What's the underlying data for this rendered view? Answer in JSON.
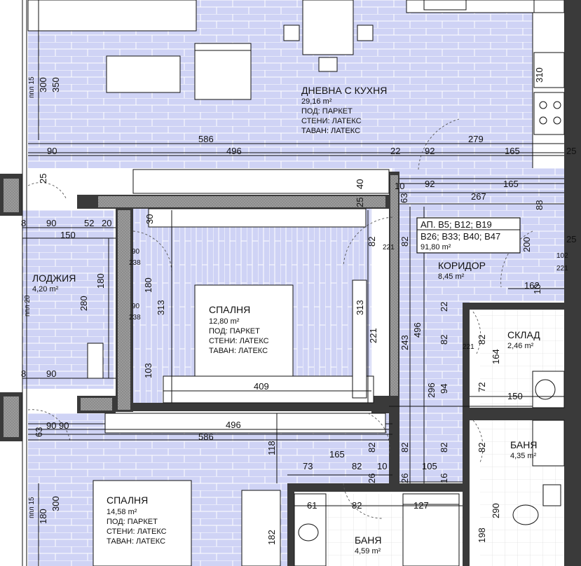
{
  "rooms": {
    "living": {
      "name": "ДНЕВНА С КУХНЯ",
      "area": "29,16 m²",
      "floor": "ПОД: ПАРКЕТ",
      "walls": "СТЕНИ: ЛАТЕКС",
      "ceiling": "ТАВАН: ЛАТЕКС"
    },
    "bedroom1": {
      "name": "СПАЛНЯ",
      "area": "12,80 m²",
      "floor": "ПОД: ПАРКЕТ",
      "walls": "СТЕНИ: ЛАТЕКС",
      "ceiling": "ТАВАН: ЛАТЕКС"
    },
    "bedroom2": {
      "name": "СПАЛНЯ",
      "area": "14,58 m²",
      "floor": "ПОД: ПАРКЕТ",
      "walls": "СТЕНИ: ЛАТЕКС",
      "ceiling": "ТАВАН: ЛАТЕКС"
    },
    "loggia": {
      "name": "ЛОДЖИЯ",
      "area": "4,20 m²"
    },
    "corridor": {
      "name": "КОРИДОР",
      "area": "8,45 m²"
    },
    "storage": {
      "name": "СКЛАД",
      "area": "2,46 m²"
    },
    "bath1": {
      "name": "БАНЯ",
      "area": "4,35 m²"
    },
    "bath2": {
      "name": "БАНЯ",
      "area": "4,59 m²"
    }
  },
  "apartment_box": {
    "line1": "АП. В5; В12; В19",
    "line2": "В26; В33; В40; В47",
    "line3": "91,80 m²"
  },
  "dimensions": {
    "d586a": "586",
    "d279": "279",
    "d90a": "90",
    "d496a": "496",
    "d22": "22",
    "d92a": "92",
    "d165a": "165",
    "d25a": "25",
    "d10a": "10",
    "d92b": "92",
    "d165b": "165",
    "d267": "267",
    "d88": "88",
    "d63a": "63",
    "d40": "40",
    "d25b": "25",
    "d30": "30",
    "d90b": "90",
    "d52": "52",
    "d20a": "20",
    "d150a": "150",
    "d82a": "82",
    "d221a": "221",
    "d82b": "82",
    "d200": "200",
    "d102": "102",
    "d221b": "221",
    "d25c": "25",
    "d162": "162",
    "d10b": "10",
    "d22b": "22",
    "d496v": "496",
    "d243": "243",
    "d82c": "82",
    "d82d": "82",
    "d221c": "221",
    "d164": "164",
    "d72": "72",
    "d150b": "150",
    "d296": "296",
    "d94": "94",
    "d313a": "313",
    "d313b": "313",
    "d221d": "221",
    "d180a": "180",
    "d103": "103",
    "d409": "409",
    "d280": "280",
    "d180b": "180",
    "d90c": "90",
    "d238a": "238",
    "d90d": "90",
    "d238b": "238",
    "d8a": "8",
    "d90e": "90",
    "d8b": "8",
    "d90f": "90",
    "d496b": "496",
    "d586b": "586",
    "d63b": "63",
    "d90g": "90",
    "d118": "118",
    "d165c": "165",
    "d73": "73",
    "d82e": "82",
    "d10c": "10",
    "d105": "105",
    "d82f": "82",
    "d82g": "82",
    "d82h": "82",
    "d82i": "82",
    "d26a": "26",
    "d26b": "26",
    "d16": "16",
    "d61": "61",
    "d82j": "82",
    "d127": "127",
    "d290": "290",
    "d198": "198",
    "d182": "182",
    "d310": "310",
    "d300a": "300",
    "d350": "350",
    "d300b": "300",
    "d180c": "180",
    "d25d": "25",
    "d90h": "90",
    "ppl15a": "ппл 15",
    "ppl20": "ппл 20",
    "ppl15b": "ппл 15"
  },
  "colors": {
    "floor": "#cfd3f5",
    "plank_line": "#ffffff",
    "wall": "#3a3a3a",
    "hatch": "#9a9a9a"
  }
}
